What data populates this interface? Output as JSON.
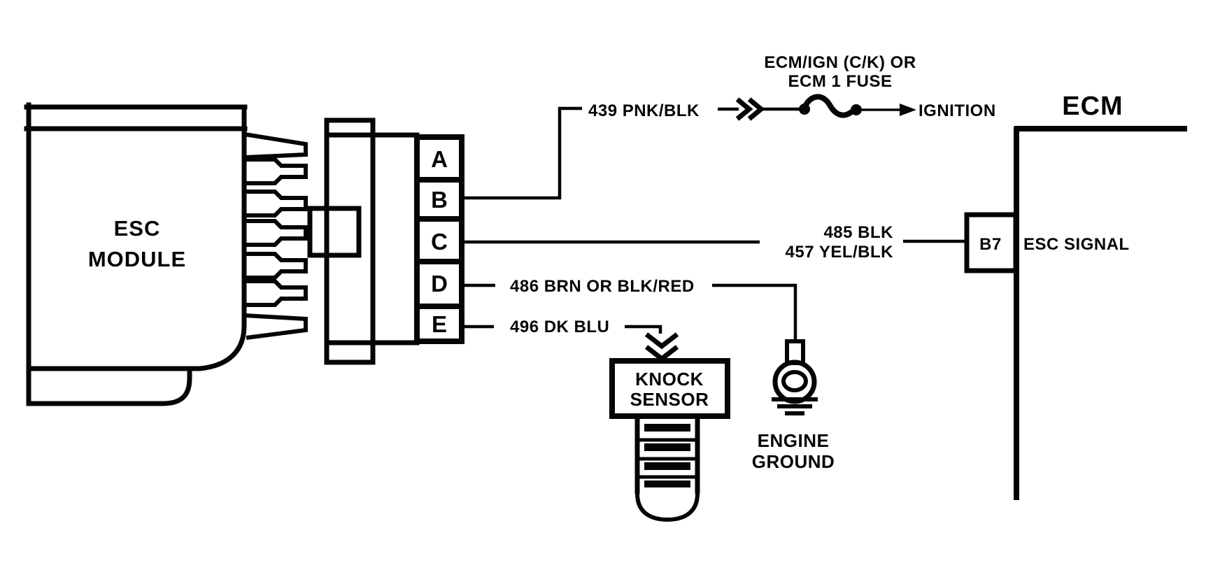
{
  "colors": {
    "ink": "#050505",
    "paper": "#ffffff"
  },
  "esc_module": {
    "line1": "ESC",
    "line2": "MODULE"
  },
  "connector": {
    "pins": [
      "A",
      "B",
      "C",
      "D",
      "E"
    ]
  },
  "wires": {
    "b_label": "439 PNK/BLK",
    "c_label1": "485 BLK",
    "c_label2": "457 YEL/BLK",
    "d_label": "486 BRN OR BLK/RED",
    "e_label": "496 DK BLU"
  },
  "fuse": {
    "line1": "ECM/IGN (C/K) OR",
    "line2": "ECM 1 FUSE"
  },
  "ignition": {
    "label": "IGNITION"
  },
  "ecm": {
    "title": "ECM",
    "terminal": "B7",
    "signal": "ESC SIGNAL"
  },
  "knock_sensor": {
    "line1": "KNOCK",
    "line2": "SENSOR"
  },
  "engine_ground": {
    "line1": "ENGINE",
    "line2": "GROUND"
  }
}
